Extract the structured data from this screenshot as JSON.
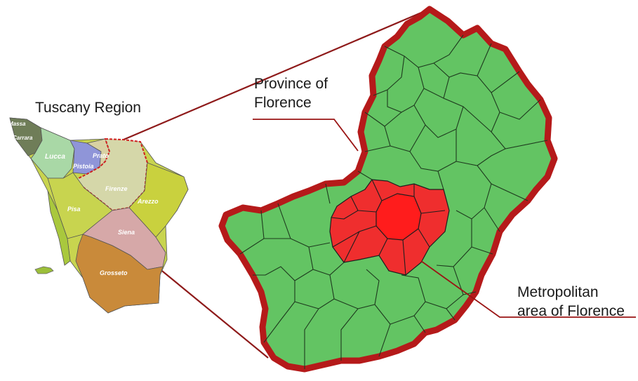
{
  "title": "Tuscany Region",
  "callouts": {
    "province_line1": "Province of",
    "province_line2": "Florence",
    "metro_line1": "Metropolitan",
    "metro_line2": "area of Florence"
  },
  "provinces": [
    {
      "name": "Massa Carrara",
      "color": "#6f7d58"
    },
    {
      "name": "Lucca",
      "color": "#a9d8a6"
    },
    {
      "name": "Pistoia",
      "color": "#8f95d8"
    },
    {
      "name": "Prato",
      "color": "#d8d1a3"
    },
    {
      "name": "Firenze",
      "color": "#d5d7a9"
    },
    {
      "name": "Arezzo",
      "color": "#c9d13e"
    },
    {
      "name": "Pisa",
      "color": "#c8d44f"
    },
    {
      "name": "Siena",
      "color": "#d6a8a8"
    },
    {
      "name": "Grosseto",
      "color": "#c98a3a"
    }
  ],
  "colors": {
    "municipality_fill": "#63c463",
    "metro_fill": "#ef2e2e",
    "outline": "#b51a1a",
    "connector": "#8e1a1a",
    "livorno": "#a9c83d"
  }
}
